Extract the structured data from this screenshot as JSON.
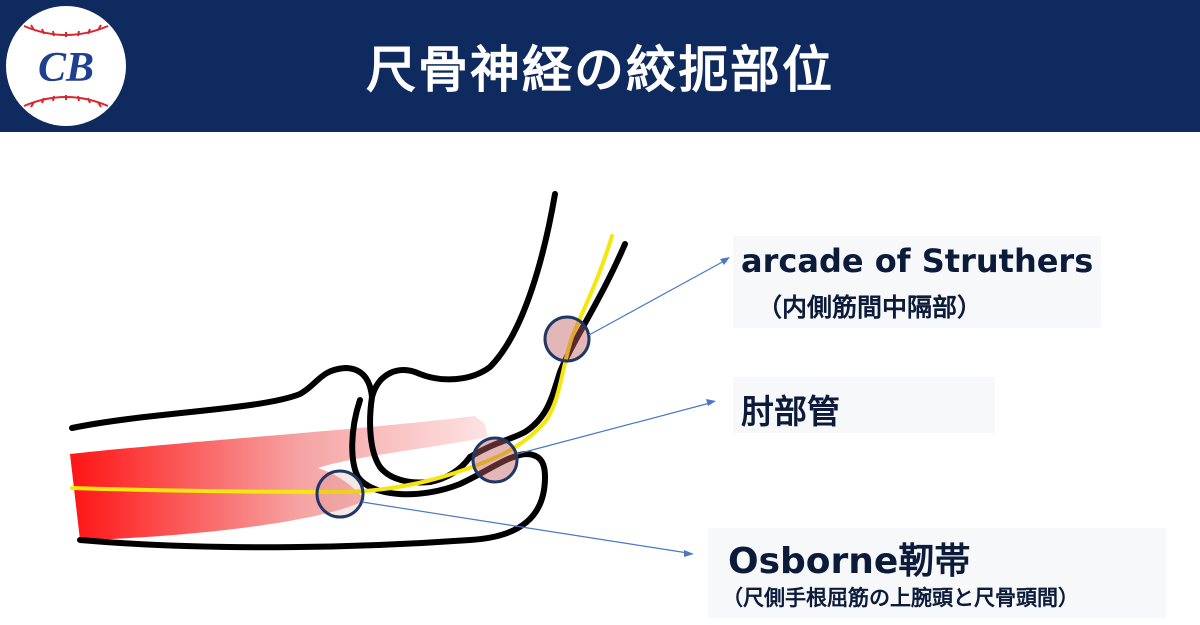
{
  "header": {
    "title": "尺骨神経の絞扼部位",
    "logo_text": "CB",
    "colors": {
      "background": "#0f2a5e",
      "logo_blue": "#1f3f8f",
      "logo_red": "#d8262f"
    }
  },
  "diagram": {
    "outline_color": "#000000",
    "nerve_color": "#f5e60b",
    "muscle_color": "#ff1a1a",
    "marker_color": "#1f3666",
    "leader_color": "#4a78c2",
    "labels": [
      {
        "main": "arcade of Struthers",
        "sub": "（内側筋間中隔部）"
      },
      {
        "main": "肘部管"
      },
      {
        "main": "Osborne靭帯",
        "sub": "（尺側手根屈筋の上腕頭と尺骨頭間）"
      }
    ]
  }
}
